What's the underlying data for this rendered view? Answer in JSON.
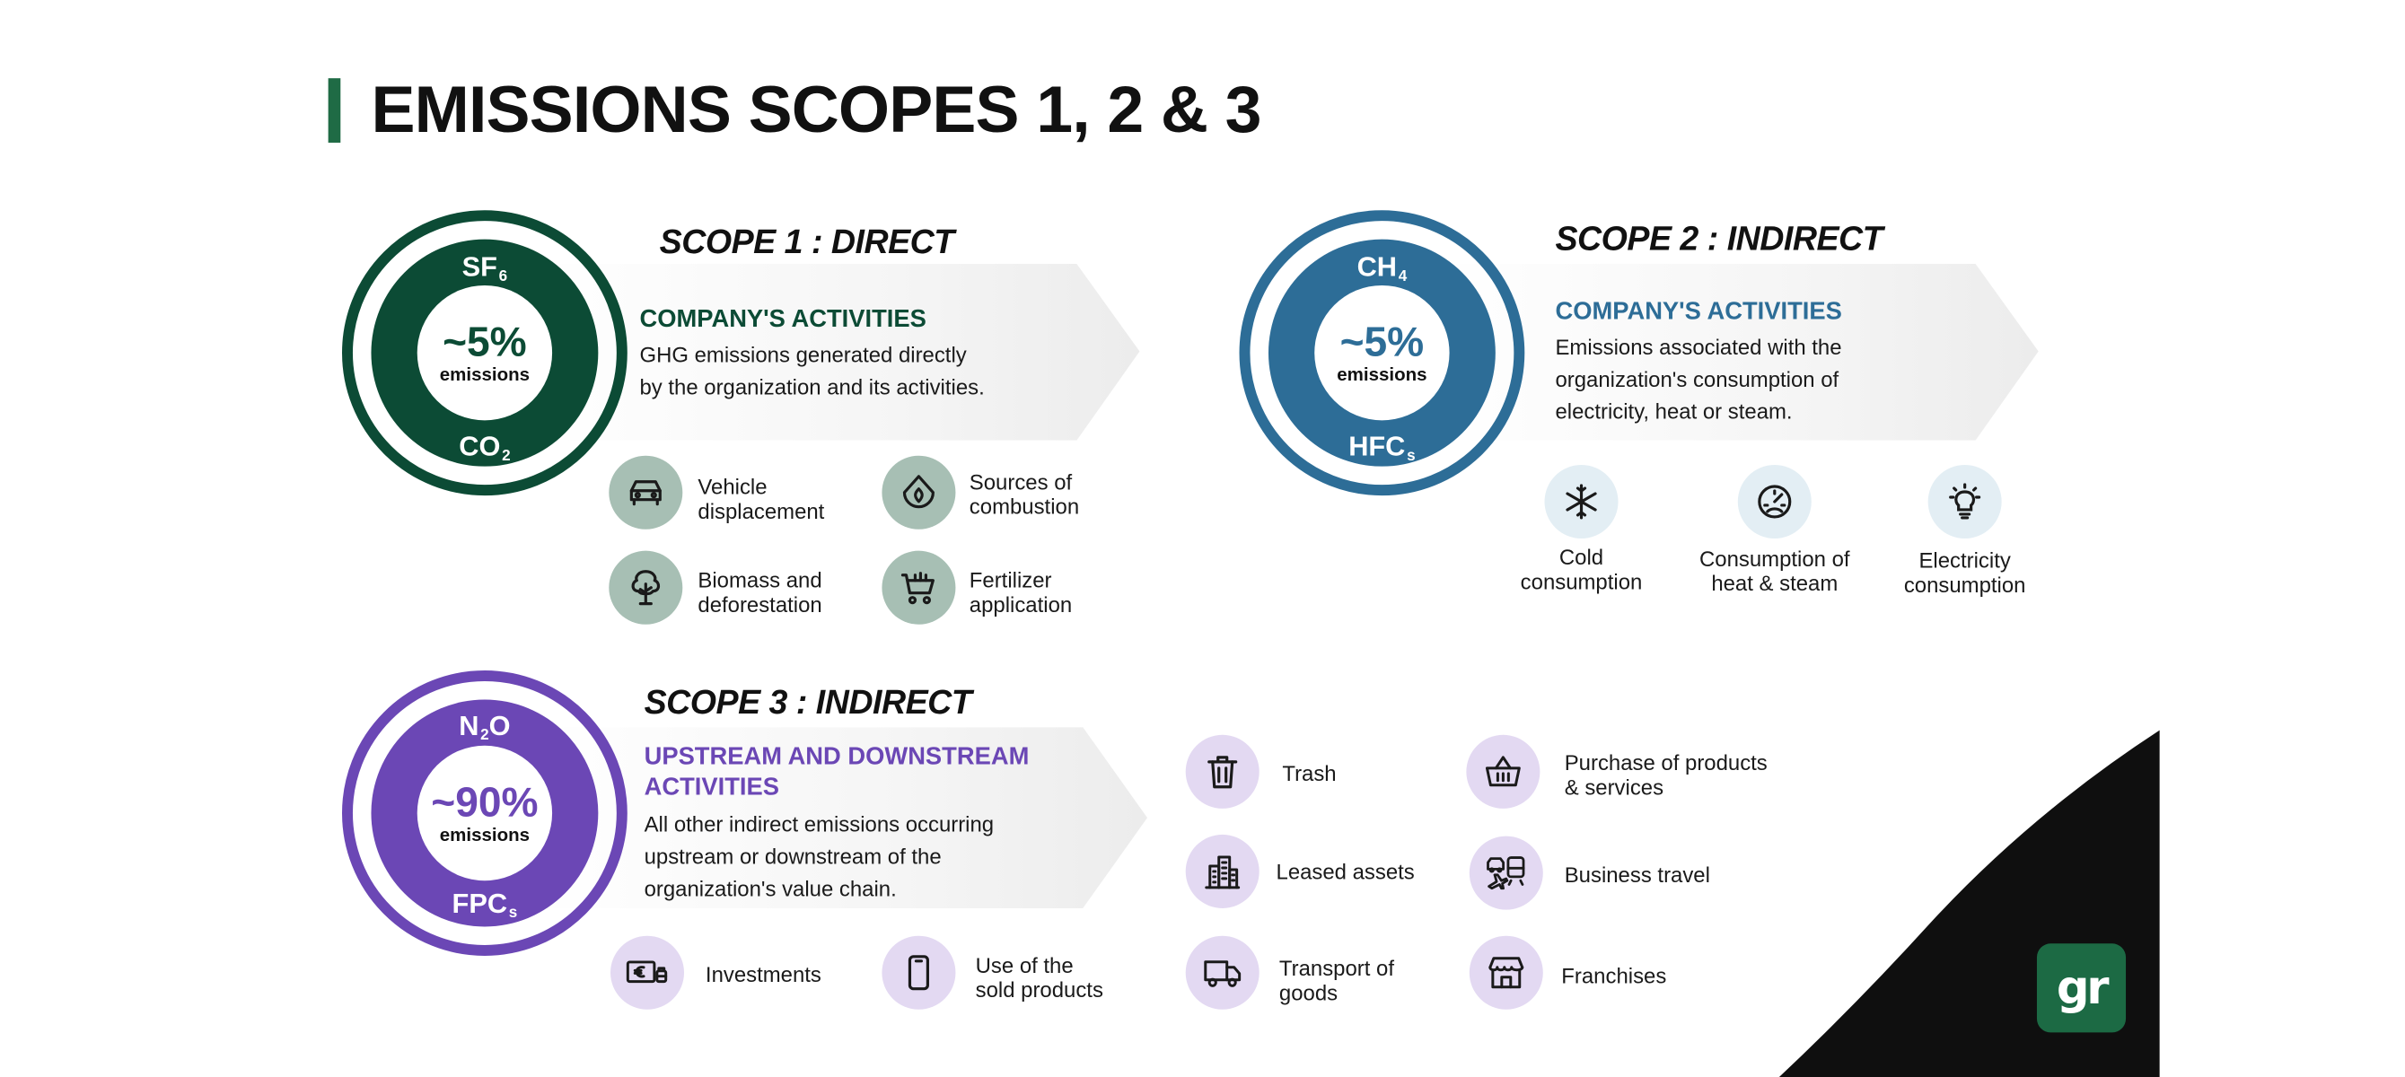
{
  "title": "EMISSIONS SCOPES 1, 2 & 3",
  "colors": {
    "scope1": "#0c4b35",
    "scope2": "#2d6d97",
    "scope3": "#6b47b5",
    "accent": "#1f6b45"
  },
  "scope1": {
    "title": "SCOPE 1 : DIRECT",
    "percent": "~5%",
    "percent_label": "emissions",
    "gas_top": "SF",
    "gas_top_sub": "6",
    "gas_bottom": "CO",
    "gas_bottom_sub": "2",
    "heading": "COMPANY'S ACTIVITIES",
    "desc1": "GHG emissions generated directly",
    "desc2": "by the organization and its activities.",
    "items": [
      {
        "icon": "car-icon",
        "line1": "Vehicle",
        "line2": "displacement"
      },
      {
        "icon": "flame-icon",
        "line1": "Sources of",
        "line2": "combustion"
      },
      {
        "icon": "tree-icon",
        "line1": "Biomass and",
        "line2": "deforestation"
      },
      {
        "icon": "cart-icon",
        "line1": "Fertilizer",
        "line2": "application"
      }
    ]
  },
  "scope2": {
    "title": "SCOPE 2 : INDIRECT",
    "percent": "~5%",
    "percent_label": "emissions",
    "gas_top": "CH",
    "gas_top_sub": "4",
    "gas_bottom": "HFC",
    "gas_bottom_sub": "s",
    "heading": "COMPANY'S ACTIVITIES",
    "desc1": "Emissions associated with the",
    "desc2": "organization's consumption of",
    "desc3": "electricity, heat or steam.",
    "items": [
      {
        "icon": "snowflake-icon",
        "line1": "Cold",
        "line2": "consumption"
      },
      {
        "icon": "gauge-icon",
        "line1": "Consumption of",
        "line2": "heat & steam"
      },
      {
        "icon": "lightbulb-icon",
        "line1": "Electricity",
        "line2": "consumption"
      }
    ]
  },
  "scope3": {
    "title": "SCOPE 3 : INDIRECT",
    "percent": "~90%",
    "percent_label": "emissions",
    "gas_top": "N",
    "gas_top_sub": "2",
    "gas_top_tail": "O",
    "gas_bottom": "FPC",
    "gas_bottom_sub": "s",
    "heading1": "UPSTREAM AND DOWNSTREAM",
    "heading2": "ACTIVITIES",
    "desc1": "All other indirect emissions occurring",
    "desc2": "upstream or downstream of the",
    "desc3": "organization's value chain.",
    "items": [
      {
        "icon": "investments-icon",
        "line1": "Investments",
        "line2": ""
      },
      {
        "icon": "smartphone-icon",
        "line1": "Use of the",
        "line2": "sold products"
      },
      {
        "icon": "trash-icon",
        "line1": "Trash",
        "line2": ""
      },
      {
        "icon": "buildings-icon",
        "line1": "Leased assets",
        "line2": ""
      },
      {
        "icon": "truck-icon",
        "line1": "Transport of",
        "line2": "goods"
      },
      {
        "icon": "basket-icon",
        "line1": "Purchase of products",
        "line2": "& services"
      },
      {
        "icon": "travel-icon",
        "line1": "Business travel",
        "line2": ""
      },
      {
        "icon": "storefront-icon",
        "line1": "Franchises",
        "line2": ""
      }
    ]
  },
  "logo": "gr"
}
